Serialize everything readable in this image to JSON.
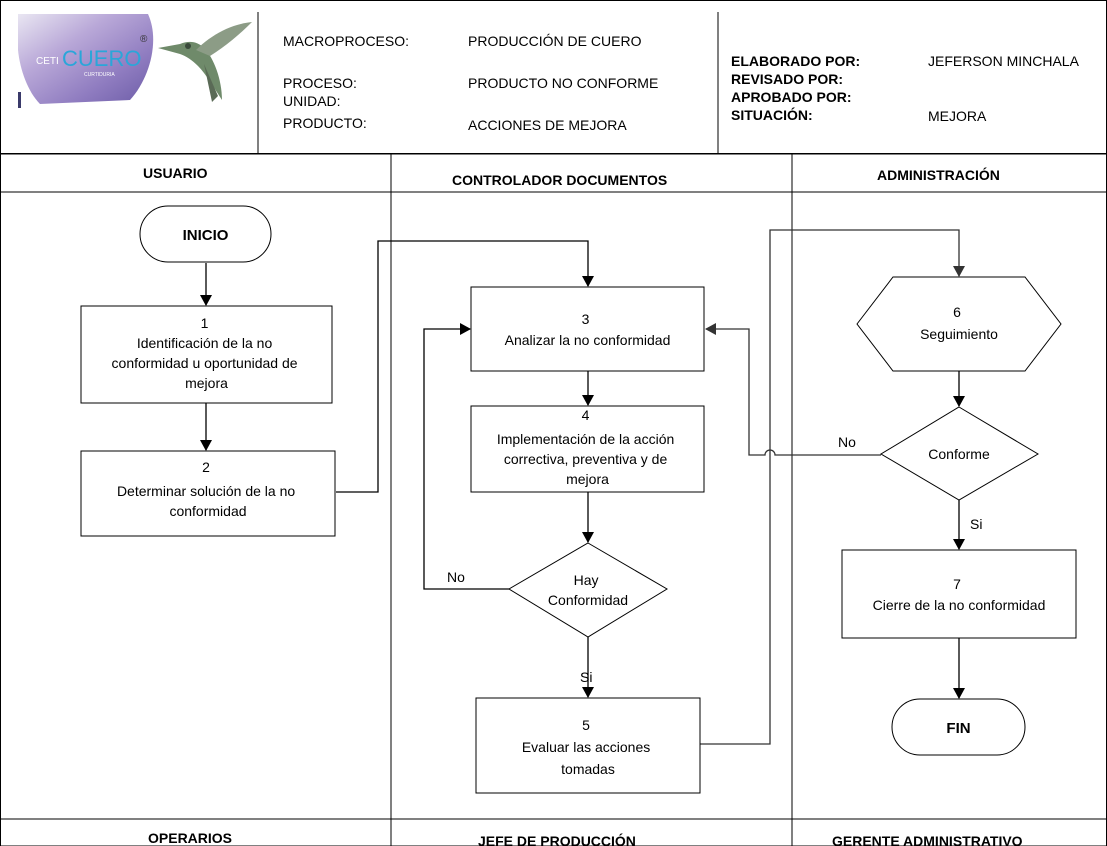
{
  "header": {
    "logo": {
      "brand_prefix": "CETI",
      "brand_name": "CUERO",
      "brand_sub": "CURTIDURIA",
      "registered": "®"
    },
    "process_fields": [
      {
        "label": "MACROPROCESO:",
        "value": "PRODUCCIÓN DE CUERO"
      },
      {
        "label": "PROCESO:",
        "value": "PRODUCTO NO CONFORME"
      },
      {
        "label": "UNIDAD:",
        "value": ""
      },
      {
        "label": "PRODUCTO:",
        "value": "ACCIONES DE MEJORA"
      }
    ],
    "approval_fields": [
      {
        "label": "ELABORADO POR:",
        "value": "JEFERSON MINCHALA"
      },
      {
        "label": "REVISADO POR:",
        "value": ""
      },
      {
        "label": "APROBADO POR:",
        "value": ""
      },
      {
        "label": "SITUACIÓN:",
        "value": "MEJORA"
      }
    ]
  },
  "lanes": {
    "top": [
      "USUARIO",
      "CONTROLADOR DOCUMENTOS",
      "ADMINISTRACIÓN"
    ],
    "bottom": [
      "OPERARIOS",
      "JEFE DE PRODUCCIÓN",
      "GERENTE ADMINISTRATIVO"
    ]
  },
  "nodes": {
    "inicio": "INICIO",
    "n1": [
      "1",
      "Identificación de la no",
      "conformidad u oportunidad de",
      "mejora"
    ],
    "n2": [
      "2",
      "Determinar solución de la no",
      "conformidad"
    ],
    "n3": [
      "3",
      "Analizar la no conformidad"
    ],
    "n4": [
      "4",
      "Implementación de la acción",
      "correctiva, preventiva y de",
      "mejora"
    ],
    "d_hay": [
      "Hay",
      "Conformidad"
    ],
    "n5": [
      "5",
      "Evaluar las acciones",
      "tomadas"
    ],
    "n6": [
      "6",
      "Seguimiento"
    ],
    "d_conforme": [
      "Conforme"
    ],
    "n7": [
      "7",
      "Cierre de la no conformidad"
    ],
    "fin": "FIN"
  },
  "edge_labels": {
    "hay_no": "No",
    "hay_si": "Si",
    "conforme_no": "No",
    "conforme_si": "Si"
  }
}
